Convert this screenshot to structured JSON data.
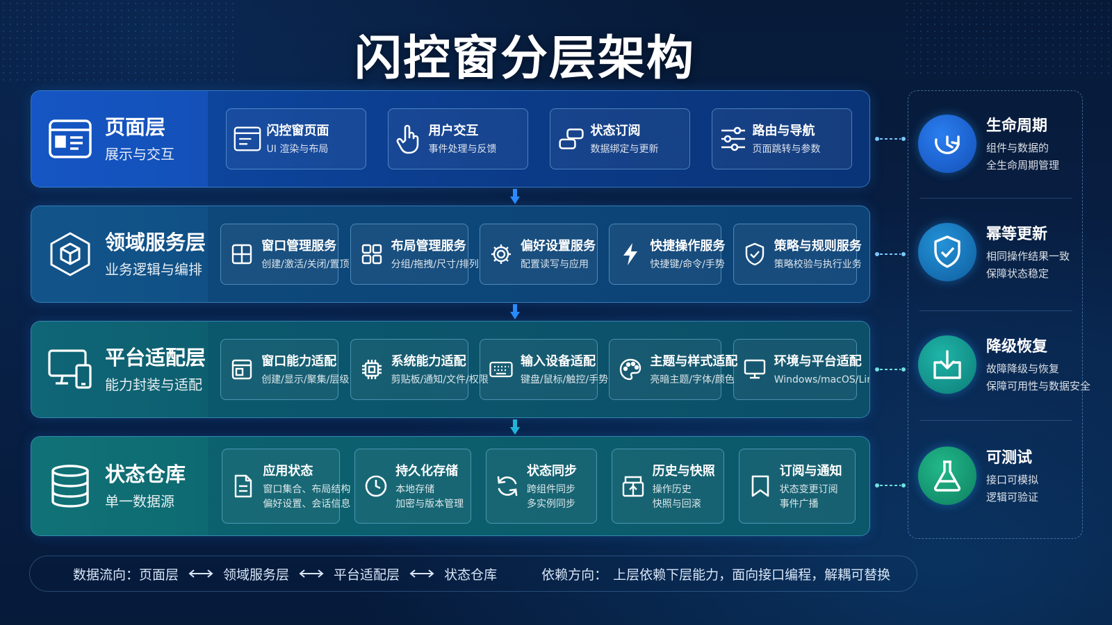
{
  "title": "闪控窗分层架构",
  "layers": [
    {
      "name": "页面层",
      "sub": "展示与交互",
      "icon": "browser-window-icon",
      "cards": [
        {
          "title": "闪控窗页面",
          "sub": "UI 渲染与布局",
          "icon": "window-icon"
        },
        {
          "title": "用户交互",
          "sub": "事件处理与反馈",
          "icon": "pointer-hand-icon"
        },
        {
          "title": "状态订阅",
          "sub": "数据绑定与更新",
          "icon": "link-icon"
        },
        {
          "title": "路由与导航",
          "sub": "页面跳转与参数",
          "icon": "sliders-icon"
        }
      ]
    },
    {
      "name": "领域服务层",
      "sub": "业务逻辑与编排",
      "icon": "cube-hexagon-icon",
      "cards": [
        {
          "title": "窗口管理服务",
          "sub": "创建/激活/关闭/置顶",
          "icon": "grid-window-icon"
        },
        {
          "title": "布局管理服务",
          "sub": "分组/拖拽/尺寸/排列",
          "icon": "layout-icon"
        },
        {
          "title": "偏好设置服务",
          "sub": "配置读写与应用",
          "icon": "gear-icon"
        },
        {
          "title": "快捷操作服务",
          "sub": "快捷键/命令/手势",
          "icon": "lightning-icon"
        },
        {
          "title": "策略与规则服务",
          "sub": "策略校验与执行业务",
          "icon": "shield-check-icon"
        }
      ]
    },
    {
      "name": "平台适配层",
      "sub": "能力封装与适配",
      "icon": "devices-icon",
      "cards": [
        {
          "title": "窗口能力适配",
          "sub": "创建/显示/聚集/层级",
          "icon": "window-icon"
        },
        {
          "title": "系统能力适配",
          "sub": "剪贴板/通知/文件/权限",
          "icon": "chip-icon"
        },
        {
          "title": "输入设备适配",
          "sub": "键盘/鼠标/触控/手势",
          "icon": "keyboard-icon"
        },
        {
          "title": "主题与样式适配",
          "sub": "亮暗主题/字体/颜色",
          "icon": "palette-icon"
        },
        {
          "title": "环境与平台适配",
          "sub": "Windows/macOS/Linux",
          "icon": "monitor-icon"
        }
      ]
    },
    {
      "name": "状态仓库",
      "sub": "单一数据源",
      "icon": "database-icon",
      "cards": [
        {
          "title": "应用状态",
          "sub1": "窗口集合、布局结构",
          "sub2": "偏好设置、会话信息",
          "icon": "document-icon"
        },
        {
          "title": "持久化存储",
          "sub1": "本地存储",
          "sub2": "加密与版本管理",
          "icon": "clock-icon"
        },
        {
          "title": "状态同步",
          "sub1": "跨组件同步",
          "sub2": "多实例同步",
          "icon": "sync-icon"
        },
        {
          "title": "历史与快照",
          "sub1": "操作历史",
          "sub2": "快照与回滚",
          "icon": "history-icon"
        },
        {
          "title": "订阅与通知",
          "sub1": "状态变更订阅",
          "sub2": "事件广播",
          "icon": "bookmark-icon"
        }
      ]
    }
  ],
  "side": [
    {
      "title": "生命周期",
      "l1": "组件与数据的",
      "l2": "全生命周期管理",
      "icon": "clock-cycle-icon",
      "color": "#1a5fd0"
    },
    {
      "title": "幂等更新",
      "l1": "相同操作结果一致",
      "l2": "保障状态稳定",
      "icon": "shield-check-icon",
      "color": "#1468b8"
    },
    {
      "title": "降级恢复",
      "l1": "故障降级与恢复",
      "l2": "保障可用性与数据安全",
      "icon": "download-tray-icon",
      "color": "#108a86"
    },
    {
      "title": "可测试",
      "l1": "接口可模拟",
      "l2": "逻辑可验证",
      "icon": "flask-icon",
      "color": "#149070"
    }
  ],
  "footer": {
    "flow_label": "数据流向：",
    "flow": [
      "页面层",
      "领域服务层",
      "平台适配层",
      "状态仓库"
    ],
    "dep_label": "依赖方向：",
    "dep_text": "上层依赖下层能力，面向接口编程，解耦可替换"
  }
}
